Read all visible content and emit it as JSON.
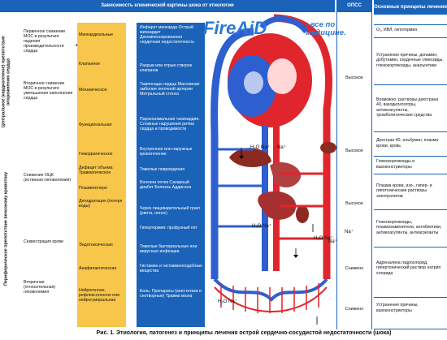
{
  "header": {
    "title": "Зависимость клинической картины шока от этиологии",
    "opss": "ОПСС",
    "principles": "Основные принципы лечения"
  },
  "left_groups": {
    "central": "Центральное (кардиогенное) препятствие опорожнению сердца",
    "peripheral": "Периферическое препятствие венозному кровотоку"
  },
  "primary": [
    {
      "text": "Первичное снижение МОС в результате падения производительности сердца"
    },
    {
      "text": "Вторичное снижение МОС в результате уменьшения наполнения сердца"
    },
    {
      "text": "Снижение ОЦК (истинная гиповолемия)"
    },
    {
      "text": "Секвестрация крови"
    },
    {
      "text": "Вторичная (относительная) гиповолемия"
    }
  ],
  "categories": [
    "Миокардиальные",
    "Клапанное",
    "Механическое",
    "Функциональная",
    "Геморрагическое",
    "Дефицит объема Травматическое",
    "Плазмопотеря",
    "Дегидратация (потеря воды)",
    "Эндотоксическая",
    "Анафилактическая",
    "Нейрогенное, рефлексогенное или нейрогуморальная"
  ],
  "causes": [
    "Инфаркт миокарда Острый миокардит Декомпенсированная сердечная недостаточность",
    "Разрыв или отрыв створок клапанов",
    "Тампонада сердца Массивная эмболия легочной артерии Митральный стеноз",
    "Пароксизмальная тахикардия. Сложные нарушения ритма сердца и проводимости",
    "Внутренние или наружные кровотечение",
    "Тяжелые повреждения",
    "Болезни почек Сахарный диабет Болезнь Аддисона",
    "Через пищеварительный тракт (рвота, понос)",
    "Гипертермия: профузный пот",
    "Тяжелые бактериальные или вирусные инфекции",
    "Гистамин и гистаминоподобные вещества",
    "Боль. Препараты (анестетики и снотворные) Травма мозга"
  ],
  "diagram_labels": {
    "h2o_na": "H₂O Na⁺",
    "na": "Na⁺",
    "watermark_brand": "FireAiD",
    "watermark_tag": "- все по медицине."
  },
  "opss": [
    "Высокое",
    "Высокое",
    "Высокое",
    "Снижено",
    "Снижено"
  ],
  "treatment": [
    "О₂, ИВЛ, гипотермия",
    "Устранение причины, допамин, добутамин, сердечные гликозиды, глюкокортикоиды, анальгетики",
    "Возможно: растворы декстрана 40, вазодилататоры, антикоагулянты, тромболитические средства",
    "Декстран 40, альбумин, плазма крови, кровь",
    "Глюкокортикоиды и вазоконстрикторы",
    "Плазма крови, изо-, гипер- и гипотонические растворы электролитов",
    "Глюкокортикоиды, плазмозаменители, антибиотики, антикоагулянты, антиагреганты",
    "Адреналина гидрохлорид, гипертонический раствор натрия хлорида",
    "Устранение причины, вазоконстрикторы"
  ],
  "caption": "Рис. 1. Этиология, патогенез и принципы лечения острой сердечно-сосудистой недостаточности (шока)",
  "colors": {
    "blue": "#1a63b8",
    "yellow": "#f7c64a",
    "red": "#e0252d",
    "vessel_blue": "#2e5fd0"
  }
}
